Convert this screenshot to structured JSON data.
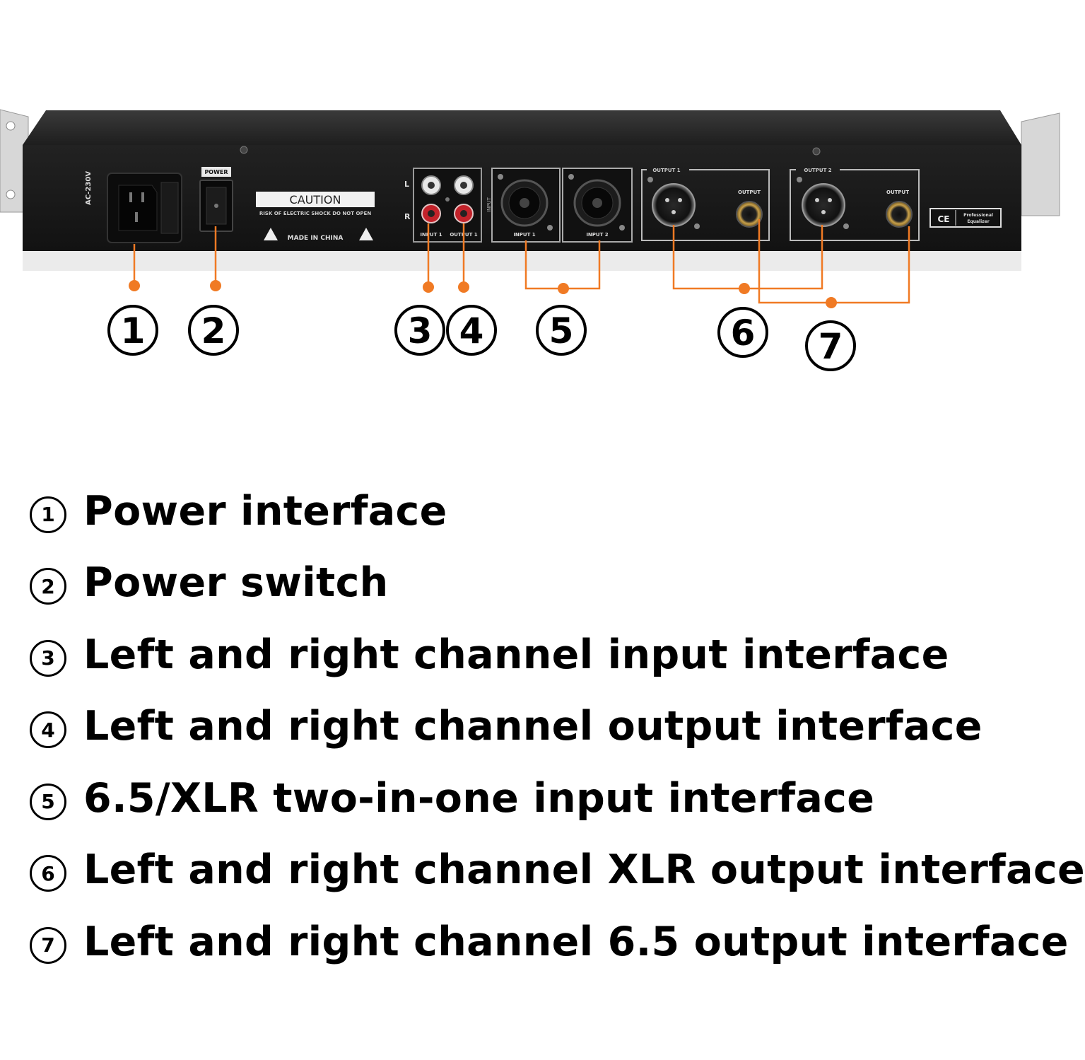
{
  "device": {
    "voltage_label": "AC-230V",
    "power_label": "POWER",
    "caution_title": "CAUTION",
    "caution_text": "RISK OF ELECTRIC SHOCK DO NOT OPEN",
    "made_in": "MADE IN CHINA",
    "rca_left": "L",
    "rca_right": "R",
    "rca_input": "INPUT 1",
    "rca_output": "OUTPUT 1",
    "input_side_label": "INPUT",
    "combo_input1": "INPUT 1",
    "combo_input2": "INPUT 2",
    "xlr_output1": "OUTPUT 1",
    "xlr_output2": "OUTPUT 2",
    "jack_output_a": "OUTPUT",
    "jack_output_b": "OUTPUT",
    "ce_mark": "CE",
    "badge_line1": "Professional",
    "badge_line2": "Equalizer"
  },
  "callouts": [
    "1",
    "2",
    "3",
    "4",
    "5",
    "6",
    "7"
  ],
  "legend": [
    {
      "num": "1",
      "text": "Power interface"
    },
    {
      "num": "2",
      "text": "Power switch"
    },
    {
      "num": "3",
      "text": "Left and right channel input interface"
    },
    {
      "num": "4",
      "text": "Left and right channel output interface"
    },
    {
      "num": "5",
      "text": "6.5/XLR two-in-one input interface"
    },
    {
      "num": "6",
      "text": "Left and right channel XLR output interface"
    },
    {
      "num": "7",
      "text": "Left and right channel 6.5 output interface"
    }
  ],
  "colors": {
    "accent": "#f07a24",
    "panel": "#1a1a1a",
    "chassis_top": "#2c2c2c"
  }
}
